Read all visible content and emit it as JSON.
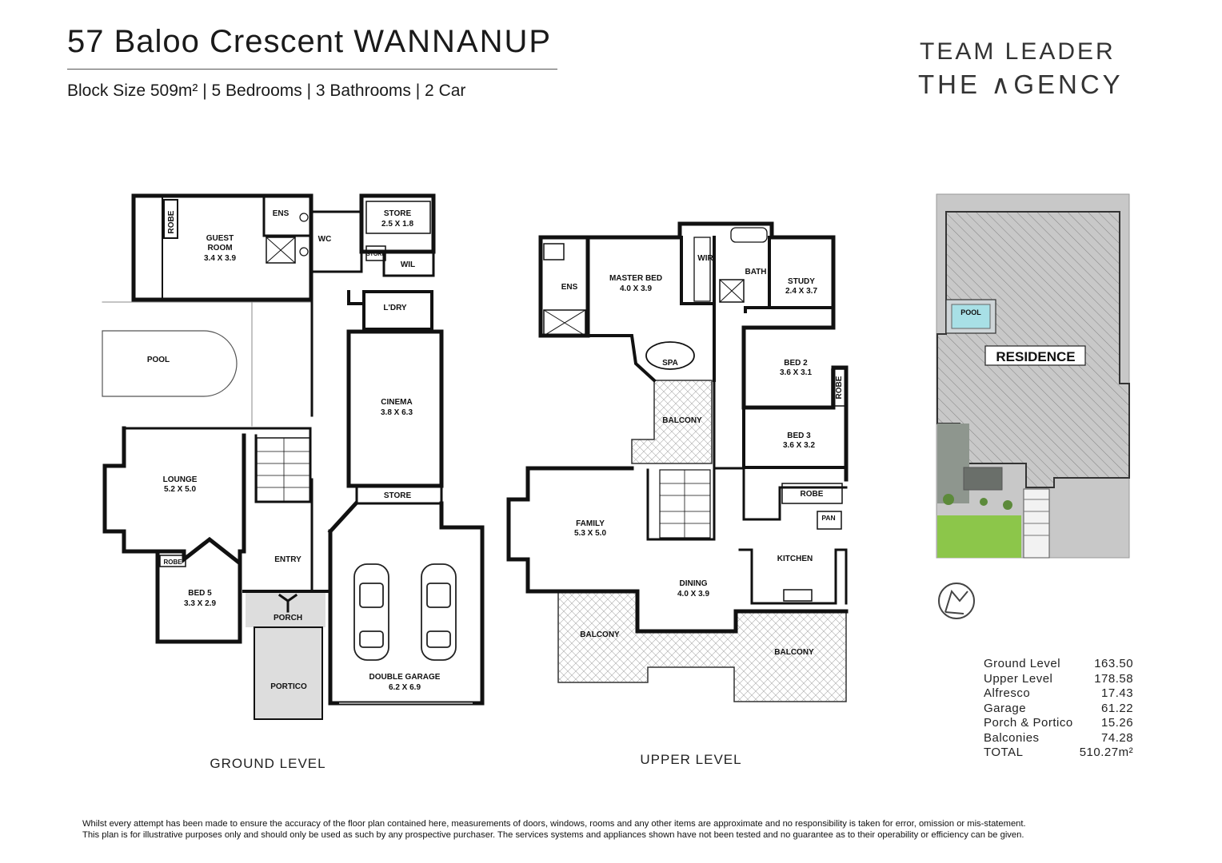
{
  "header": {
    "street": "57 Baloo Crescent",
    "suburb": "WANNANUP",
    "specs": "Block Size 509m² | 5 Bedrooms | 3 Bathrooms | 2 Car"
  },
  "brand": {
    "line1": "TEAM LEADER",
    "line2": "THE ∧GENCY"
  },
  "levels": {
    "ground": "GROUND LEVEL",
    "upper": "UPPER LEVEL"
  },
  "ground_rooms": {
    "robe_guest": "ROBE",
    "guest_name": "GUEST",
    "guest_name2": "ROOM",
    "guest_dims": "3.4 X 3.9",
    "ens": "ENS",
    "wc": "WC",
    "store_top": "STORE",
    "store_top_dims": "2.5 X 1.8",
    "store_small": "STORE",
    "wil": "WIL",
    "ldry": "L'DRY",
    "pool": "POOL",
    "cinema": "CINEMA",
    "cinema_dims": "3.8 X 6.3",
    "store_mid": "STORE",
    "lounge": "LOUNGE",
    "lounge_dims": "5.2 X 5.0",
    "entry": "ENTRY",
    "robe_bed5": "ROBE",
    "bed5": "BED 5",
    "bed5_dims": "3.3 X 2.9",
    "porch": "PORCH",
    "portico": "PORTICO",
    "garage": "DOUBLE GARAGE",
    "garage_dims": "6.2 X 6.9"
  },
  "upper_rooms": {
    "ens": "ENS",
    "master": "MASTER BED",
    "master_dims": "4.0 X 3.9",
    "wir": "WIR",
    "bath": "BATH",
    "study": "STUDY",
    "study_dims": "2.4 X 3.7",
    "spa": "SPA",
    "bed2": "BED 2",
    "bed2_dims": "3.6 X 3.1",
    "robe_bed2": "ROBE",
    "balcony_mid": "BALCONY",
    "bed3": "BED 3",
    "bed3_dims": "3.6 X 3.2",
    "robe_bed3": "ROBE",
    "pan": "PAN",
    "family": "FAMILY",
    "family_dims": "5.3 X 5.0",
    "kitchen": "KITCHEN",
    "dining": "DINING",
    "dining_dims": "4.0 X 3.9",
    "balcony_left": "BALCONY",
    "balcony_right": "BALCONY"
  },
  "site": {
    "pool": "POOL",
    "residence": "RESIDENCE",
    "north": "N"
  },
  "areas": [
    {
      "label": "Ground Level",
      "value": "163.50"
    },
    {
      "label": "Upper Level",
      "value": "178.58"
    },
    {
      "label": "Alfresco",
      "value": "17.43"
    },
    {
      "label": "Garage",
      "value": "61.22"
    },
    {
      "label": "Porch & Portico",
      "value": "15.26"
    },
    {
      "label": "Balconies",
      "value": "74.28"
    },
    {
      "label": "TOTAL",
      "value": "510.27m²"
    }
  ],
  "disclaimer": {
    "line1": "Whilst every attempt has been made to ensure the accuracy of the floor plan contained here, measurements of doors, windows, rooms and any other items are approximate and no responsibility is taken for error, omission or mis-statement.",
    "line2": "This plan is for illustrative purposes only and should only be used as such by any prospective purchaser. The services systems and appliances shown have not been tested and no guarantee as to their operability or efficiency can be given."
  }
}
